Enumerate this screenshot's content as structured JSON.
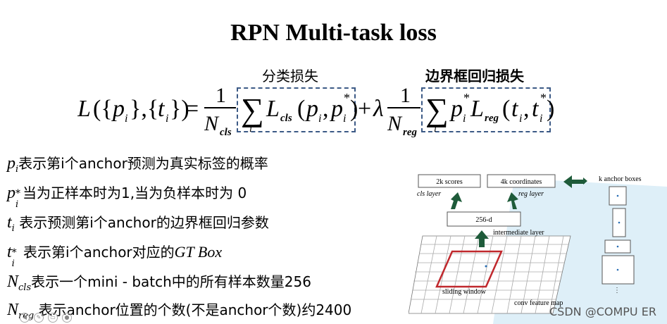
{
  "slide": {
    "title": "RPN Multi-task loss"
  },
  "formula": {
    "cls_label": "分类损失",
    "reg_label": "边界框回归损失"
  },
  "bullets": [
    {
      "sym": "p",
      "sub": "i",
      "sup": "",
      "text": "表示第i个anchor预测为真实标签的概率"
    },
    {
      "sym": "p",
      "sub": "i",
      "sup": "*",
      "text": "当为正样本时为1,当为负样本时为 0"
    },
    {
      "sym": "t",
      "sub": "i",
      "sup": "",
      "text": " 表示预测第i个anchor的边界框回归参数"
    },
    {
      "sym": "t",
      "sub": "i",
      "sup": "*",
      "text": " 表示第i个anchor对应的",
      "tail": "GT Box"
    },
    {
      "sym": "N",
      "sub": "cls",
      "sup": "",
      "text": "表示一个mini - batch中的所有样本数量256"
    },
    {
      "sym": "N",
      "sub": "reg",
      "sup": "",
      "text": " 表示anchor位置的个数(不是anchor个数)约2400"
    }
  ],
  "diagram": {
    "scores": "2k scores",
    "coords": "4k coordinates",
    "cls_layer": "cls layer",
    "reg_layer": "reg layer",
    "intermediate": "256-d",
    "intermediate_label": "intermediate layer",
    "sliding": "sliding window",
    "feature_map": "conv feature map",
    "anchor_boxes": "k anchor boxes",
    "colors": {
      "arrow": "#1e5b3a",
      "window": "#c0282d",
      "cone": "#cfe6f3"
    }
  },
  "watermark": "CSDN @COMPU ER"
}
